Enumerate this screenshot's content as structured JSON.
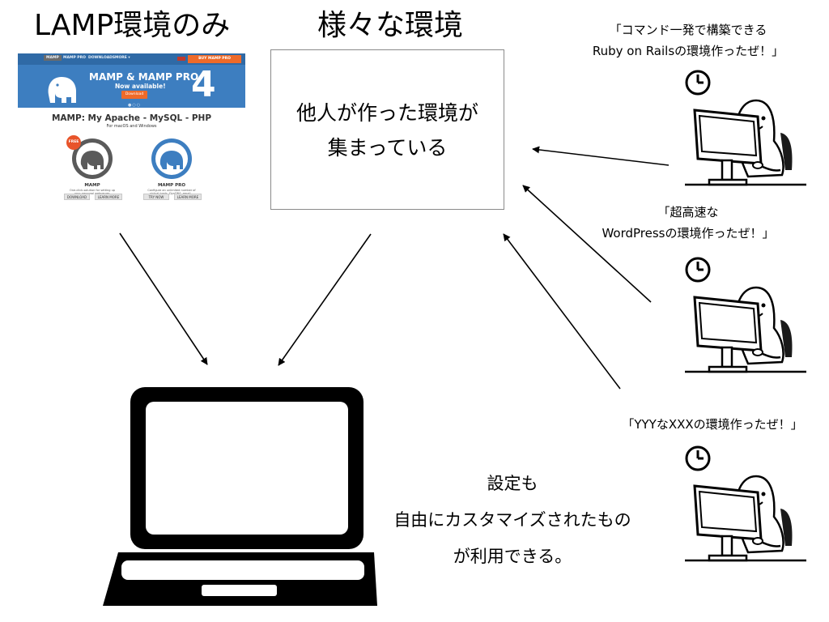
{
  "headings": {
    "lamp": "LAMP環境のみ",
    "various": "様々な環境"
  },
  "box": {
    "line1": "他人が作った環境が",
    "line2": "集まっている"
  },
  "quotes": {
    "rails_line1": "「コマンド一発で構築できる",
    "rails_line2": "Ruby on Railsの環境作ったぜ！」",
    "wp_line1": "「超高速な",
    "wp_line2": "WordPressの環境作ったぜ！」",
    "yyy": "「YYYなXXXの環境作ったぜ！」"
  },
  "bottom_text": {
    "line1": "設定も",
    "line2": "自由にカスタマイズされたもの",
    "line3": "が利用できる。"
  },
  "mamp_site": {
    "nav": [
      "MAMP",
      "MAMP PRO",
      "DOWNLOADS",
      "MORE ▾"
    ],
    "buy": "BUY MAMP PRO",
    "hero_title": "MAMP & MAMP PRO",
    "hero_sub": "Now available!",
    "download": "Download",
    "version": "4",
    "dots": "●○○",
    "heading": "MAMP: My Apache - MySQL - PHP",
    "subheading": "For macOS and Windows",
    "free_badge": "FREE",
    "products": [
      {
        "name": "MAMP",
        "desc_line1": "One-click-solution for setting up",
        "desc_line2": "your personal webserver.",
        "button1": "DOWNLOAD",
        "button2": "LEARN MORE"
      },
      {
        "name": "MAMP PRO",
        "desc_line1": "Configure an unlimited number of",
        "desc_line2": "virtual hosts, DynDNS, email...",
        "button1": "TRY NOW",
        "button2": "LEARN MORE"
      }
    ]
  },
  "colors": {
    "mamp_blue": "#3d7ec0",
    "mamp_orange": "#ee6a29",
    "box_border": "#8a8a8a"
  },
  "icons": [
    "laptop-icon",
    "elephant-icon",
    "clock-icon",
    "person-at-computer-icon",
    "arrow-icon"
  ]
}
